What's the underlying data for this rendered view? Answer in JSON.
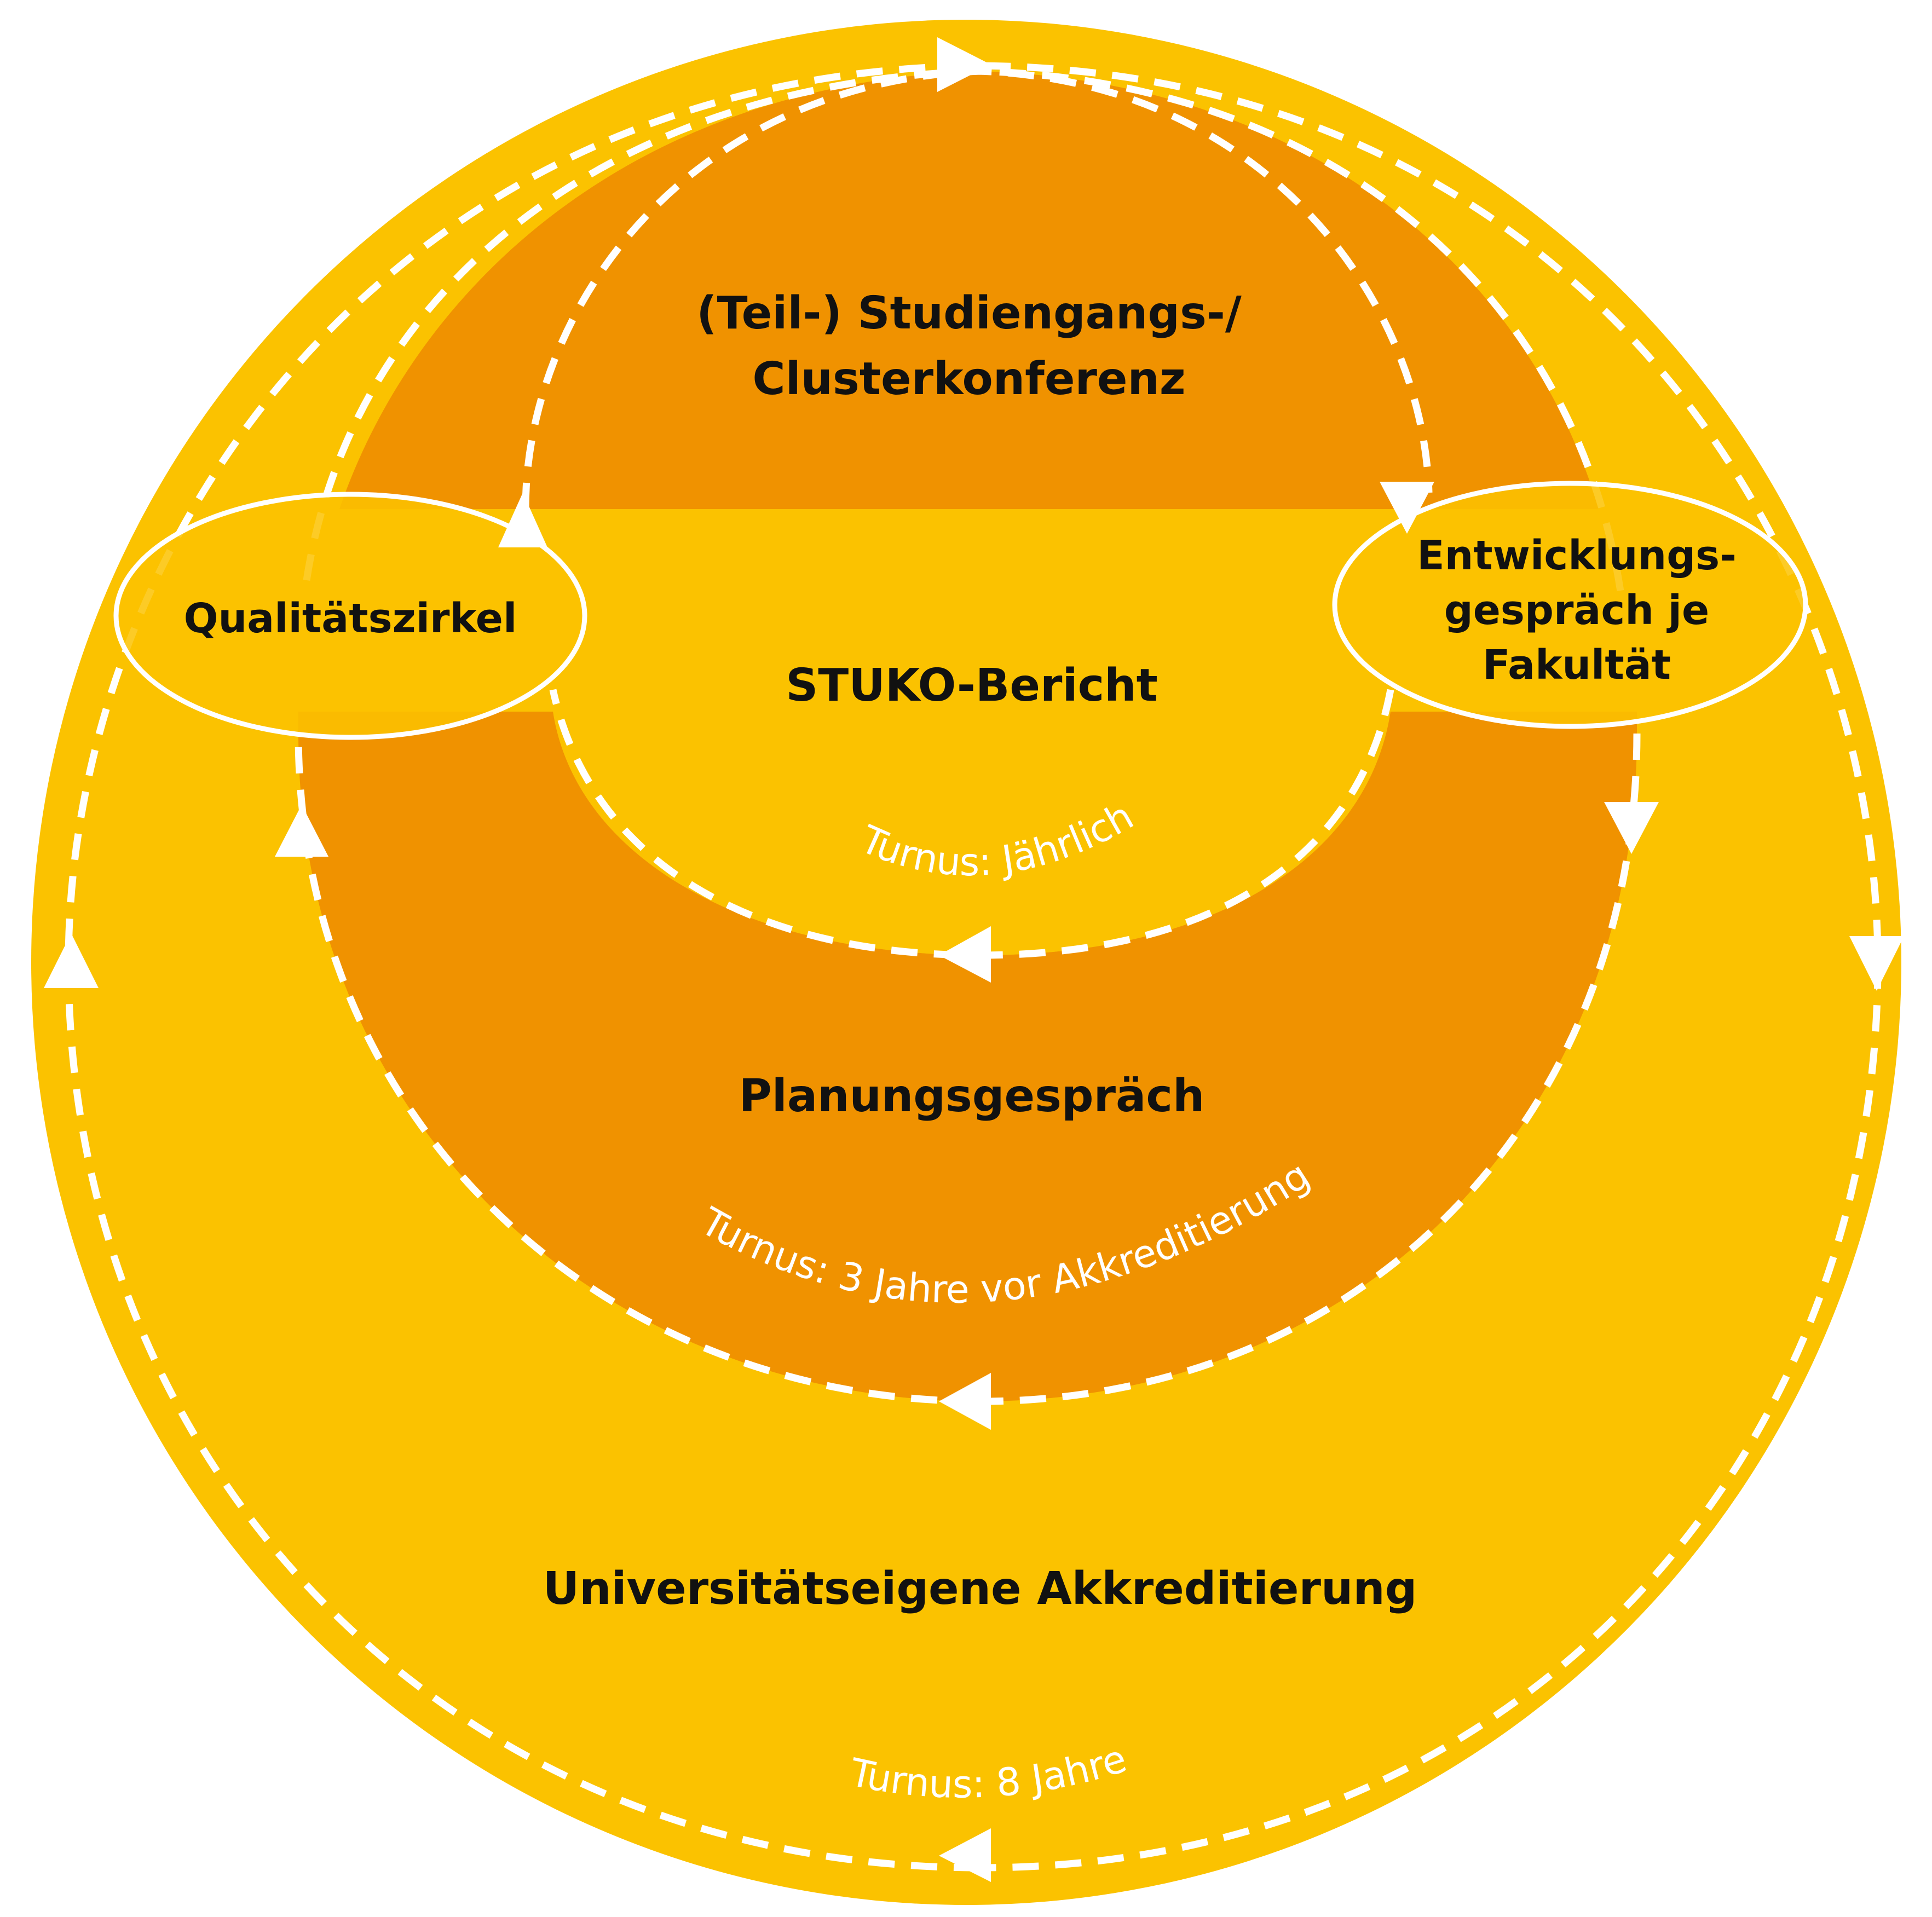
{
  "colors": {
    "outer_yellow": "#FBC200",
    "inner_orange": "#F09200",
    "stroke_white": "#FFFFFF",
    "text_dark": "#111111"
  },
  "regions": {
    "outer": {
      "label": "Universitätseigene Akkreditierung",
      "cycle": "Turnus: 8 Jahre"
    },
    "planning": {
      "label": "Planungsgespräch",
      "cycle": "Turnus: 3 Jahre vor Akkreditierung"
    },
    "stuko": {
      "label": "STUKO-Bericht",
      "cycle": "Turnus: Jährlich"
    },
    "conference": {
      "label_line1": "(Teil-) Studiengangs-/",
      "label_line2": "Clusterkonferenz"
    }
  },
  "nodes": {
    "quality_circle": {
      "label": "Qualitätszirkel"
    },
    "development_talk": {
      "label_line1": "Entwicklungs-",
      "label_line2": "gespräch je",
      "label_line3": "Fakultät"
    }
  },
  "icons": {
    "arrowheads": [
      "arrow-right-icon",
      "arrow-up-icon",
      "arrow-down-icon",
      "arrow-left-icon"
    ]
  }
}
